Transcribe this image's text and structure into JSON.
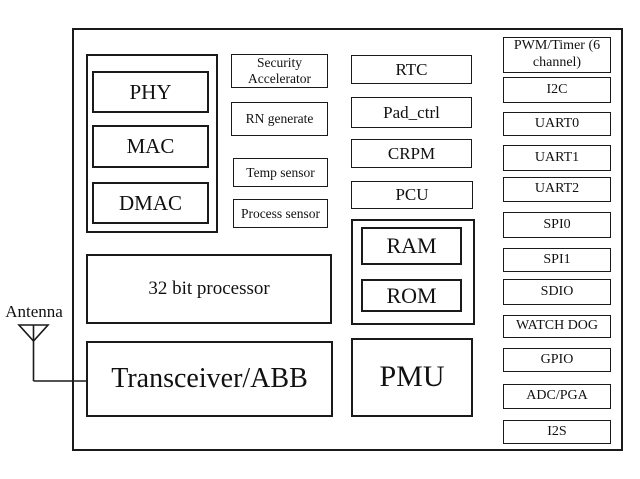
{
  "diagram": {
    "colors": {
      "background": "#ffffff",
      "line": "#1a1a1a",
      "text": "#111111"
    },
    "antenna": {
      "label": "Antenna"
    },
    "wireless_group": {
      "items": [
        {
          "label": "PHY"
        },
        {
          "label": "MAC"
        },
        {
          "label": "DMAC"
        }
      ]
    },
    "processor": {
      "label": "32 bit processor"
    },
    "transceiver": {
      "label": "Transceiver/ABB"
    },
    "sensor_column": {
      "items": [
        {
          "label": "Security Accelerator"
        },
        {
          "label": "RN generate"
        },
        {
          "label": "Temp sensor"
        },
        {
          "label": "Process sensor"
        }
      ]
    },
    "control_column": {
      "items": [
        {
          "label": "RTC"
        },
        {
          "label": "Pad_ctrl"
        },
        {
          "label": "CRPM"
        },
        {
          "label": "PCU"
        }
      ]
    },
    "memory_group": {
      "items": [
        {
          "label": "RAM"
        },
        {
          "label": "ROM"
        }
      ]
    },
    "pmu": {
      "label": "PMU"
    },
    "peripheral_column": {
      "items": [
        {
          "label": "PWM/Timer (6 channel)"
        },
        {
          "label": "I2C"
        },
        {
          "label": "UART0"
        },
        {
          "label": "UART1"
        },
        {
          "label": "UART2"
        },
        {
          "label": "SPI0"
        },
        {
          "label": "SPI1"
        },
        {
          "label": "SDIO"
        },
        {
          "label": "WATCH DOG"
        },
        {
          "label": "GPIO"
        },
        {
          "label": "ADC/PGA"
        },
        {
          "label": "I2S"
        }
      ]
    }
  }
}
